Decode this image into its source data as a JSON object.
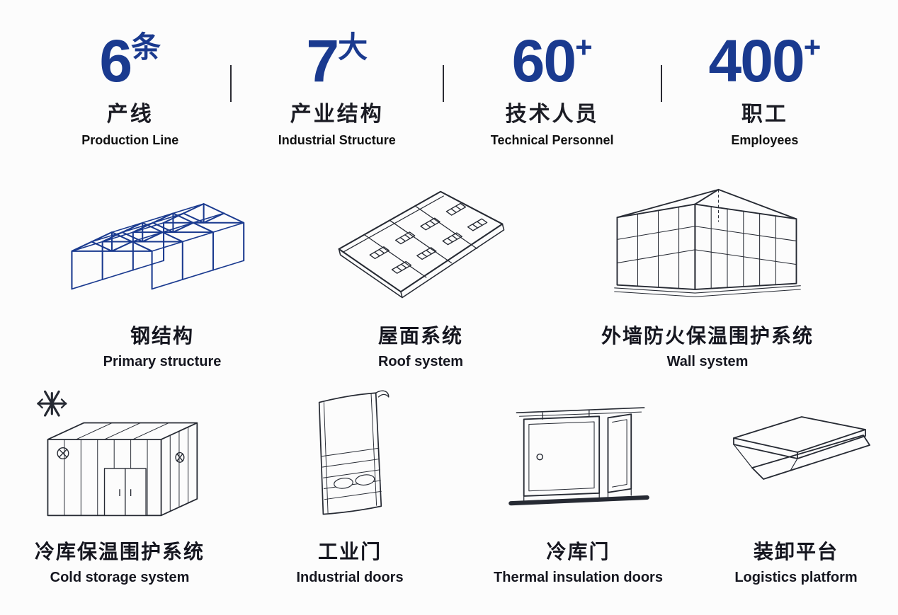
{
  "colors": {
    "accent_blue": "#1a3a8f",
    "ink": "#262a33",
    "text_dark": "#15161f",
    "background": "#fcfcfc"
  },
  "stats": [
    {
      "number": "6",
      "suffix": "条",
      "label_zh": "产线",
      "label_en": "Production Line"
    },
    {
      "number": "7",
      "suffix": "大",
      "label_zh": "产业结构",
      "label_en": "Industrial Structure"
    },
    {
      "number": "60",
      "suffix": "+",
      "label_zh": "技术人员",
      "label_en": "Technical Personnel"
    },
    {
      "number": "400",
      "suffix": "+",
      "label_zh": "职工",
      "label_en": "Employees"
    }
  ],
  "products_row1": [
    {
      "name_zh": "钢结构",
      "name_en": "Primary structure",
      "illustration": "steel-structure"
    },
    {
      "name_zh": "屋面系统",
      "name_en": "Roof system",
      "illustration": "roof-panels"
    },
    {
      "name_zh": "外墙防火保温围护系统",
      "name_en": "Wall system",
      "illustration": "wall-enclosure"
    }
  ],
  "products_row2": [
    {
      "name_zh": "冷库保温围护系统",
      "name_en": "Cold storage system",
      "illustration": "cold-storage-room"
    },
    {
      "name_zh": "工业门",
      "name_en": "Industrial doors",
      "illustration": "industrial-door"
    },
    {
      "name_zh": "冷库门",
      "name_en": "Thermal insulation doors",
      "illustration": "cold-storage-door"
    },
    {
      "name_zh": "装卸平台",
      "name_en": "Logistics platform",
      "illustration": "dock-leveler"
    }
  ]
}
